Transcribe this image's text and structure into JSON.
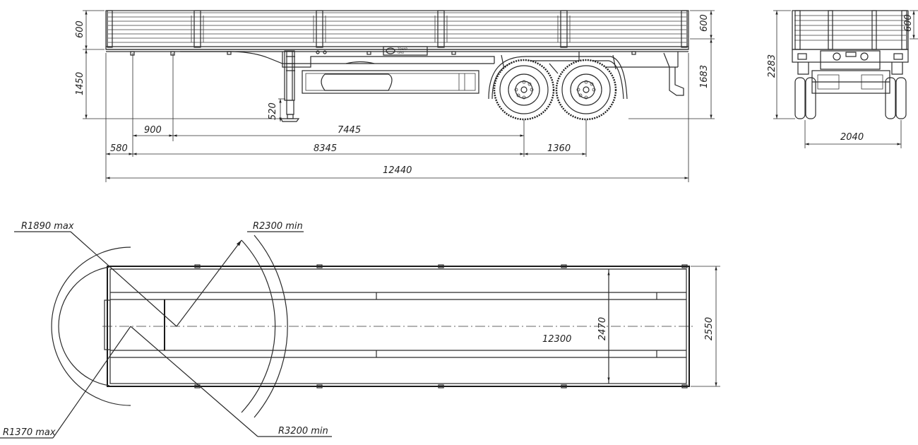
{
  "side_view": {
    "dims": {
      "board_height_left": "600",
      "frame_height": "1450",
      "landing_gear_height": "520",
      "d900": "900",
      "d7445": "7445",
      "d580": "580",
      "d8345": "8345",
      "d1360": "1360",
      "overall_length": "12440",
      "board_height_right": "600",
      "rear_height": "1683"
    },
    "plate_text": [
      "ТОНАР",
      "ОАО"
    ]
  },
  "rear_view": {
    "dims": {
      "overall_height": "2283",
      "board_height": "600",
      "track_width": "2040"
    }
  },
  "top_view": {
    "dims": {
      "r1890": "R1890 max",
      "r2300": "R2300 min",
      "r1370": "R1370 max",
      "r3200": "R3200 min",
      "platform_length": "12300",
      "inner_width": "2470",
      "overall_width": "2550"
    }
  },
  "colors": {
    "line": "#2a2a2a",
    "background": "#ffffff"
  }
}
